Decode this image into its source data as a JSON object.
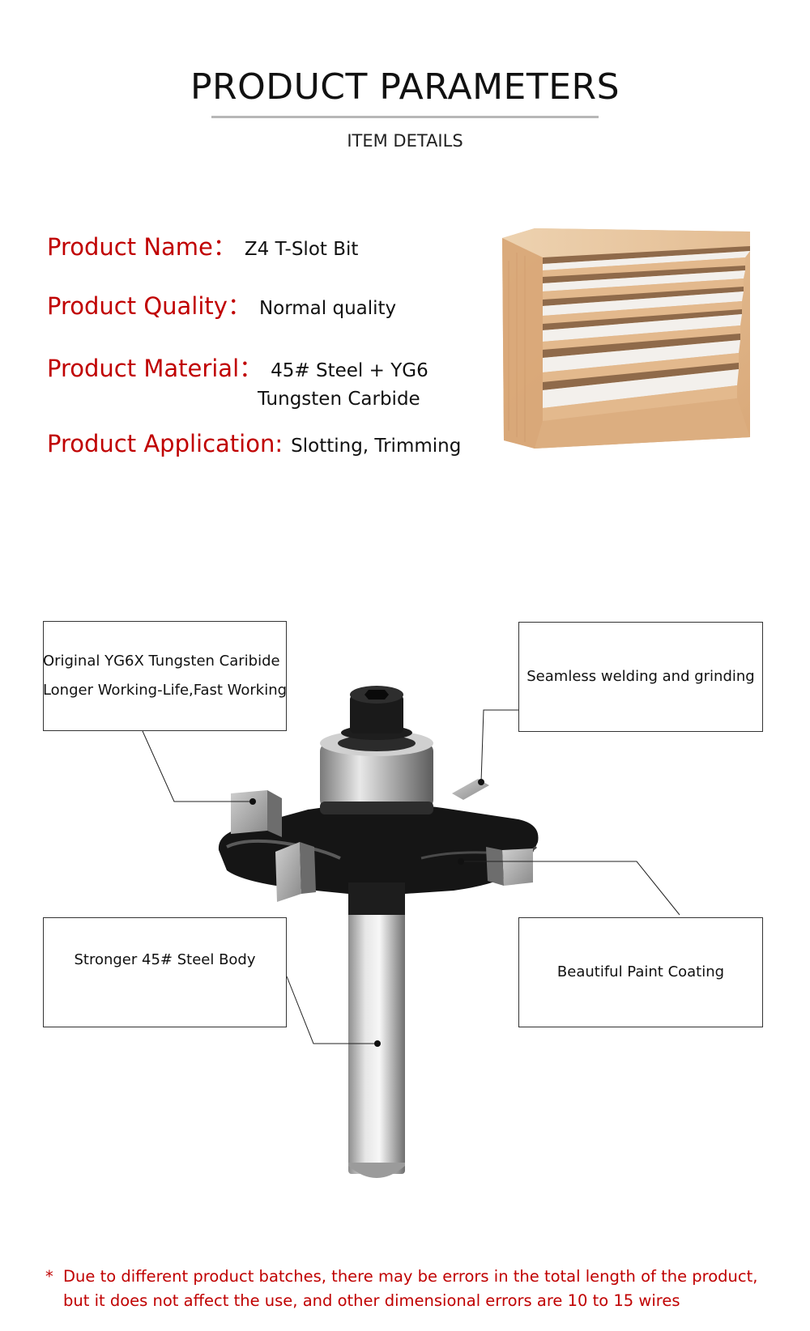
{
  "header": {
    "title": "PRODUCT PARAMETERS",
    "subtitle": "ITEM DETAILS"
  },
  "params": {
    "name_label": "Product Name：",
    "name_value": "Z4 T-Slot Bit",
    "quality_label": "Product Quality：",
    "quality_value": "Normal quality",
    "material_label": "Product Material：",
    "material_value_line1": "45# Steel + YG6",
    "material_value_line2": "Tungsten Carbide",
    "application_label": "Product Application:",
    "application_value": "Slotting, Trimming"
  },
  "callouts": {
    "carbide_line1": "Original YG6X Tungsten Caribide",
    "carbide_line2": "Longer Working-Life,Fast Working",
    "welding": "Seamless welding and grinding",
    "body": "Stronger 45# Steel Body",
    "coating": "Beautiful Paint Coating"
  },
  "note": {
    "star": "*",
    "line1": "Due to different product batches, there may be errors in the total length of the product,",
    "line2": "but it does not affect the use, and other dimensional errors are 10 to 15 wires"
  },
  "colors": {
    "label_red": "#c00000",
    "rule_gray": "#b7b7b7",
    "wood": "#e2b98e"
  }
}
